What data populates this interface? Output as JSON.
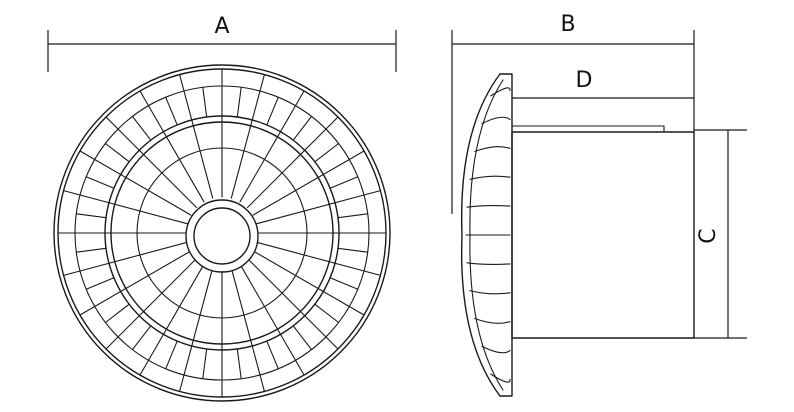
{
  "diagram": {
    "labels": {
      "width_front": "A",
      "depth_total": "B",
      "height_body": "C",
      "depth_body": "D"
    },
    "front_view": {
      "spoke_count": 24
    },
    "side_view": {
      "rib_count": 11
    }
  },
  "colors": {
    "line": "#1a1a1a",
    "background": "#ffffff"
  }
}
